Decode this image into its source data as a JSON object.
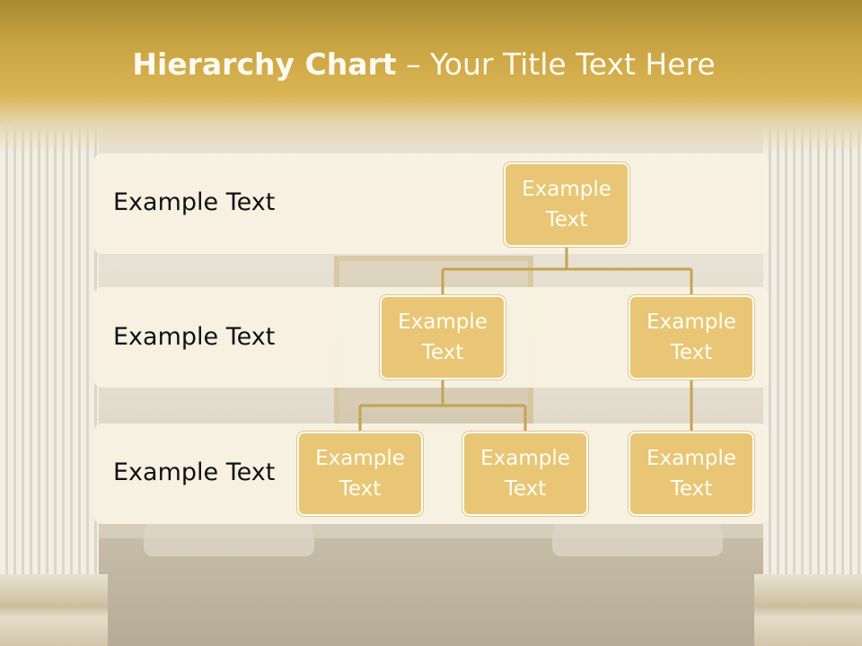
{
  "slide": {
    "title_bold": "Hierarchy Chart",
    "title_rest": " – Your Title Text Here"
  },
  "rows": [
    {
      "label": "Example Text"
    },
    {
      "label": "Example Text"
    },
    {
      "label": "Example Text"
    }
  ],
  "nodes": [
    {
      "text": "Example Text"
    },
    {
      "text": "Example Text"
    },
    {
      "text": "Example Text"
    },
    {
      "text": "Example Text"
    },
    {
      "text": "Example Text"
    },
    {
      "text": "Example Text"
    }
  ],
  "colors": {
    "header_gold": "#c9a443",
    "node_fill": "#e8c676",
    "band_fill": "#f8f2e2",
    "connector": "#c5a350"
  }
}
